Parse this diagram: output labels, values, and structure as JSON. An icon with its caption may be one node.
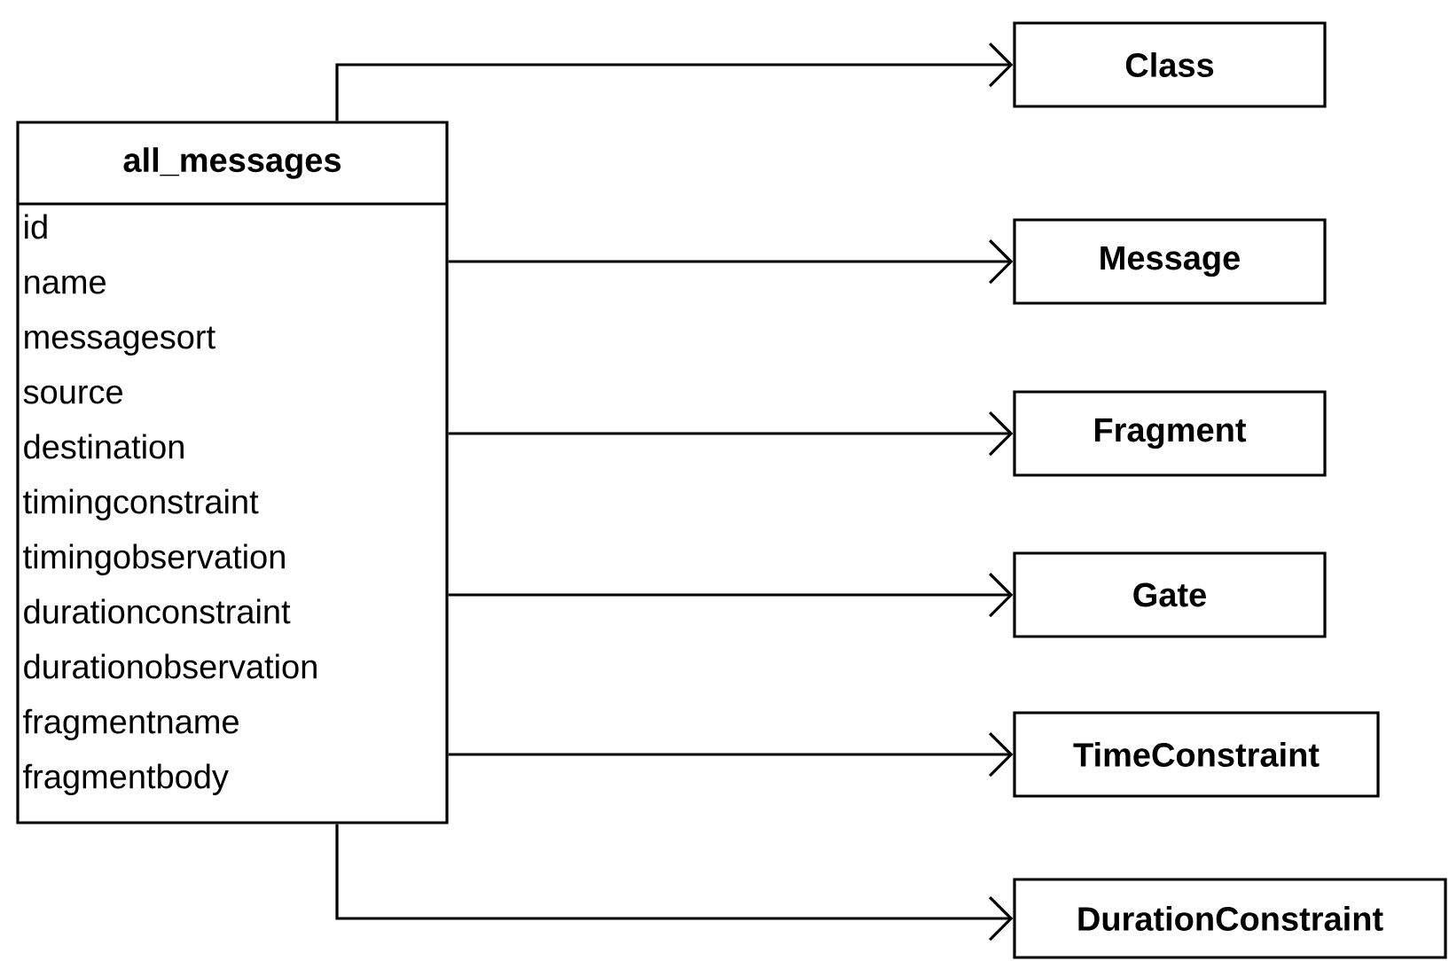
{
  "diagram": {
    "nodes": [
      {
        "text": [
          "all_messages",
          "id",
          "name",
          "messagesort",
          "source",
          "destination",
          "timingconstraint",
          "timingobservation",
          "durationconstraint",
          "durationobservation",
          "fragmentname",
          "fragmentbody"
        ]
      },
      {
        "text": [
          "Class"
        ]
      },
      {
        "text": [
          "Message"
        ]
      },
      {
        "text": [
          "Fragment"
        ]
      },
      {
        "text": [
          "Gate"
        ]
      },
      {
        "text": [
          "TimeConstraint"
        ]
      },
      {
        "text": [
          "DurationConstraint"
        ]
      }
    ],
    "edges": [
      {
        "from": 0,
        "to": 1,
        "arrow": "to"
      },
      {
        "from": 0,
        "to": 2,
        "arrow": "to"
      },
      {
        "from": 0,
        "to": 3,
        "arrow": "to"
      },
      {
        "from": 0,
        "to": 4,
        "arrow": "to"
      },
      {
        "from": 0,
        "to": 5,
        "arrow": "to"
      },
      {
        "from": 0,
        "to": 6,
        "arrow": "to"
      }
    ]
  }
}
